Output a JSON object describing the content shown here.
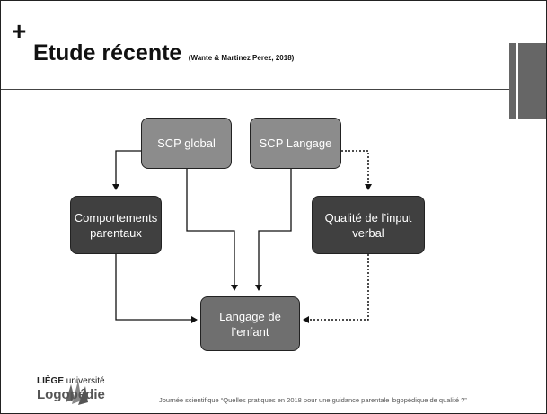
{
  "slide": {
    "plus": "+",
    "title": "Etude récente",
    "citation": "(Wante & Martinez Perez, 2018)"
  },
  "diagram": {
    "nodes": {
      "scp_global": "SCP global",
      "scp_langage": "SCP Langage",
      "comportements": [
        "Comportements",
        "parentaux"
      ],
      "qualite": [
        "Qualité de l’input",
        "verbal"
      ],
      "langage": [
        "Langage de",
        "l’enfant"
      ]
    },
    "colors": {
      "light_node": "#8c8c8c",
      "dark_node": "#404040",
      "target_node": "#6f6f6f"
    }
  },
  "footer": {
    "logo_line1_bold": "LIÈGE",
    "logo_line1_rest": " université",
    "logo_line2": "Logopédie",
    "caption": "Journée scientifique “Quelles pratiques en 2018 pour une guidance parentale logopédique de qualité ?”"
  }
}
